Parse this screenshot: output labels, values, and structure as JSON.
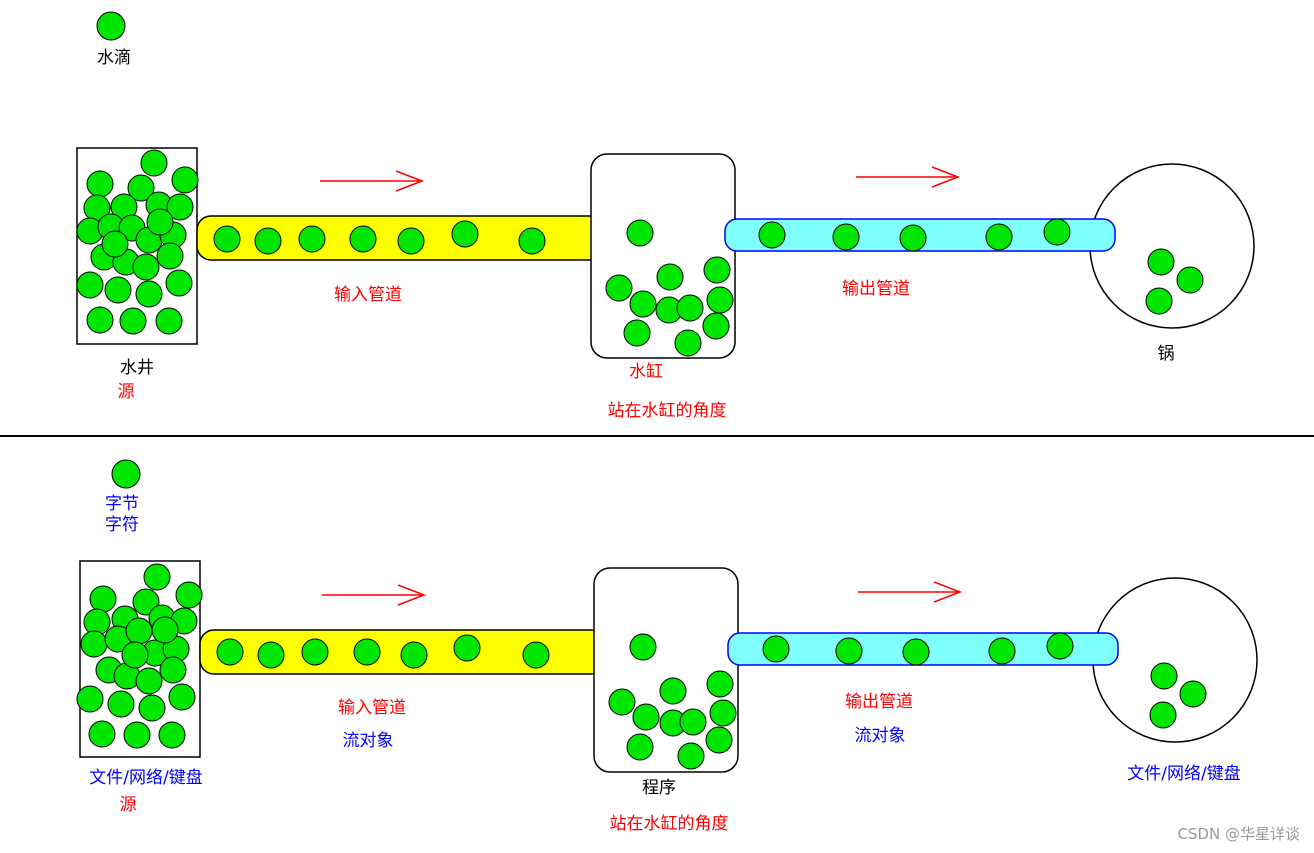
{
  "colors": {
    "drop_fill": "#00e600",
    "pipe_in": "#ffff00",
    "pipe_out": "#80ffff",
    "arrow": "#ff0000",
    "label_red": "#ff0000",
    "label_blue": "#0000ff",
    "watermark": "#999999"
  },
  "top": {
    "legend_label": "水滴",
    "source_label": "水井",
    "source_role": "源",
    "input_pipe_label": "输入管道",
    "tank_label": "水缸",
    "perspective_label": "站在水缸的角度",
    "output_pipe_label": "输出管道",
    "target_label": "锅"
  },
  "bottom": {
    "legend_label_1": "字节",
    "legend_label_2": "字符",
    "source_label": "文件/网络/键盘",
    "source_role": "源",
    "input_pipe_label": "输入管道",
    "input_stream_label": "流对象",
    "program_label": "程序",
    "perspective_label": "站在水缸的角度",
    "output_pipe_label": "输出管道",
    "output_stream_label": "流对象",
    "target_label": "文件/网络/键盘"
  },
  "watermark": "CSDN @华星详谈"
}
